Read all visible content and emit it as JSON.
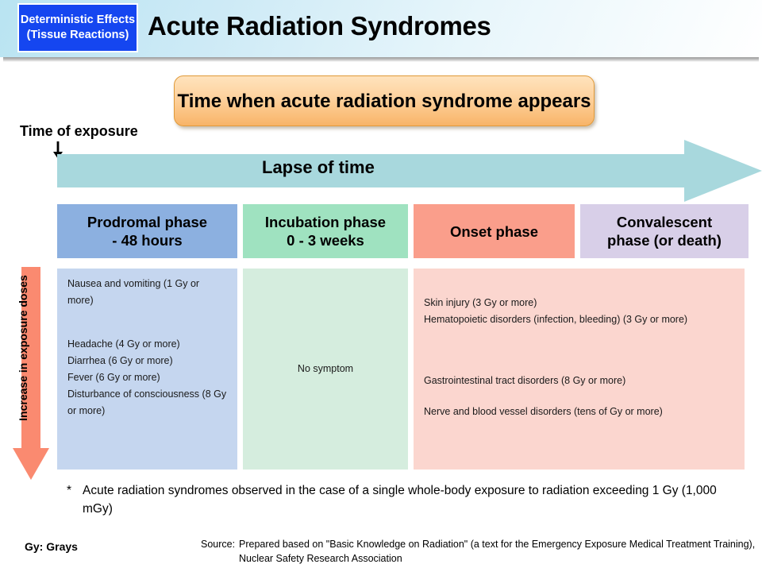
{
  "header": {
    "badge_label": "Deterministic Effects (Tissue Reactions)",
    "title": "Acute Radiation Syndromes",
    "badge_color": "#1546f0",
    "banner_color": "#cdeaf6"
  },
  "callout": {
    "label": "Time when acute radiation syndrome appears",
    "fill_color": "#fdd09a",
    "border_color": "#e09a3a"
  },
  "axes": {
    "time_of_exposure_label": "Time of exposure",
    "lapse_of_time_label": "Lapse of time",
    "lapse_arrow_color": "#a8d8dd",
    "dose_label": "Increase in exposure doses",
    "dose_arrow_color": "#fa8a70"
  },
  "phases": [
    {
      "key": "prodromal",
      "header": "Prodromal phase - 48 hours",
      "header_line1": "Prodromal phase",
      "header_line2": "- 48 hours",
      "header_color": "#8cb0e0",
      "body_color": "#c5d6ef",
      "items": [
        "Nausea and vomiting (1 Gy or more)",
        "Headache (4 Gy or more)",
        "Diarrhea (6 Gy or more)",
        "Fever (6 Gy or more)",
        "Disturbance of consciousness (8 Gy or more)"
      ]
    },
    {
      "key": "incubation",
      "header": "Incubation phase 0 - 3 weeks",
      "header_line1": "Incubation phase",
      "header_line2": "0 - 3 weeks",
      "header_color": "#9fe2c0",
      "body_color": "#d5edde",
      "items": [
        "No symptom"
      ]
    },
    {
      "key": "onset",
      "header": "Onset phase",
      "header_line1": "Onset phase",
      "header_line2": "",
      "header_color": "#fa9e8b",
      "body_color": "#fbd6cf",
      "items": [
        "Skin injury (3 Gy or more)",
        "Hematopoietic disorders (infection, bleeding) (3 Gy or more)",
        "Gastrointestinal tract disorders (8 Gy or more)",
        "Nerve and blood vessel disorders (tens of Gy or more)"
      ]
    },
    {
      "key": "convalescent",
      "header": "Convalescent phase (or death)",
      "header_line1": "Convalescent",
      "header_line2": "phase (or death)",
      "header_color": "#d8cfe8",
      "body_color": "",
      "items": []
    }
  ],
  "footnote": {
    "marker": "*",
    "text": "Acute radiation syndromes observed in the case of a single whole-body exposure to radiation exceeding 1 Gy (1,000 mGy)"
  },
  "legend": {
    "gy_note": "Gy: Grays"
  },
  "source": {
    "label": "Source:",
    "text": "Prepared based on \"Basic Knowledge on Radiation\" (a text for the Emergency Exposure Medical Treatment Training), Nuclear Safety Research Association"
  }
}
